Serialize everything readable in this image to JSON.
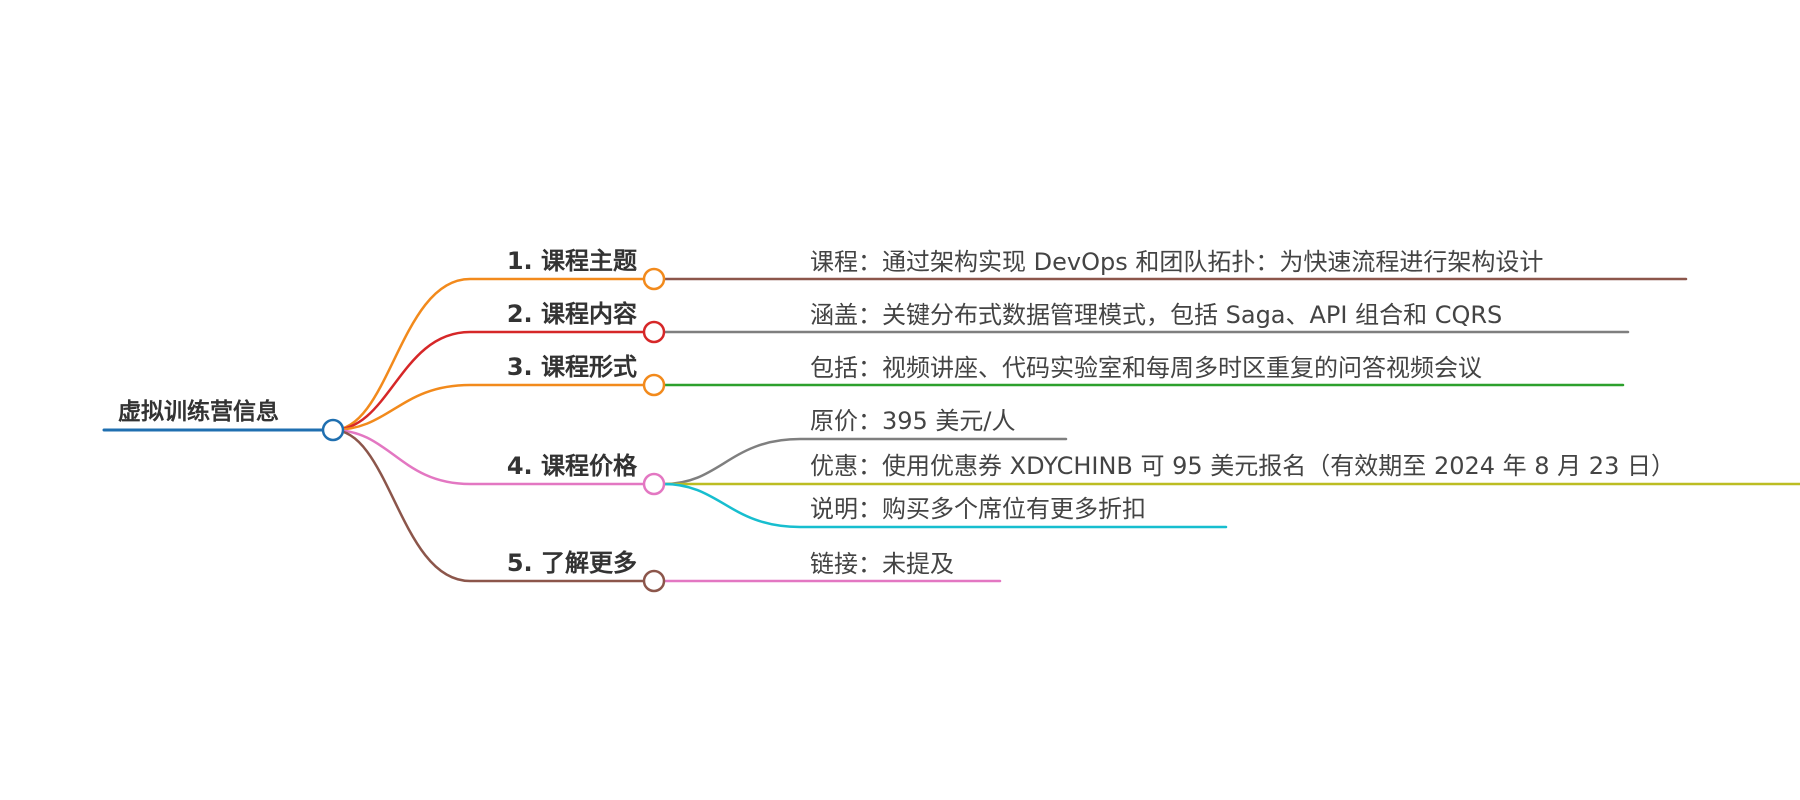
{
  "root": {
    "label": "虚拟训练营信息",
    "color": "#1f6fb0"
  },
  "branches": [
    {
      "label": "1. 课程主题",
      "color": "#f28a1c",
      "children": [
        {
          "label": "课程：通过架构实现 DevOps 和团队拓扑：为快速流程进行架构设计",
          "color": "#8c564b"
        }
      ]
    },
    {
      "label": "2. 课程内容",
      "color": "#d62728",
      "children": [
        {
          "label": "涵盖：关键分布式数据管理模式，包括 Saga、API 组合和 CQRS",
          "color": "#7f7f7f"
        }
      ]
    },
    {
      "label": "3. 课程形式",
      "color": "#f28a1c",
      "children": [
        {
          "label": "包括：视频讲座、代码实验室和每周多时区重复的问答视频会议",
          "color": "#2ca02c"
        }
      ]
    },
    {
      "label": "4. 课程价格",
      "color": "#e377c2",
      "children": [
        {
          "label": "原价：395 美元/人",
          "color": "#7f7f7f"
        },
        {
          "label": "优惠：使用优惠券 XDYCHINB 可 95 美元报名（有效期至 2024 年 8 月 23 日）",
          "color": "#bcbd22"
        },
        {
          "label": "说明：购买多个席位有更多折扣",
          "color": "#17becf"
        }
      ]
    },
    {
      "label": "5. 了解更多",
      "color": "#8c564b",
      "children": [
        {
          "label": "链接：未提及",
          "color": "#e377c2"
        }
      ]
    }
  ]
}
